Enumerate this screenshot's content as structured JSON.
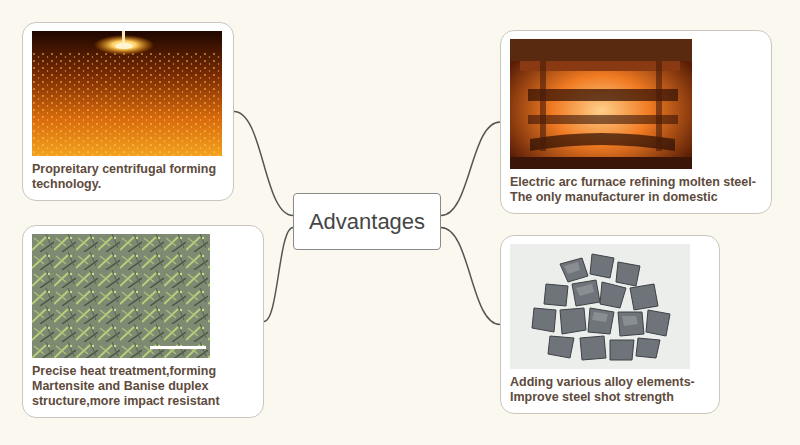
{
  "diagram": {
    "nodes": [
      {
        "text": [
          "Propreitary centrifugal forming technology."
        ]
      },
      {
        "text": [
          "Electric arc furnace refining molten steel-The only manufacturer in domestic"
        ]
      },
      {
        "text": [
          "Advantages"
        ]
      },
      {
        "text": [
          "Precise heat treatment,forming Martensite and Banise duplex structure,more impact resistant"
        ]
      },
      {
        "text": [
          "Adding various alloy elements-Improve steel shot strength"
        ]
      }
    ],
    "edges": [
      {
        "from": 2,
        "to": 0,
        "arrow": "none"
      },
      {
        "from": 2,
        "to": 1,
        "arrow": "none"
      },
      {
        "from": 2,
        "to": 3,
        "arrow": "none"
      },
      {
        "from": 2,
        "to": 4,
        "arrow": "none"
      }
    ]
  }
}
